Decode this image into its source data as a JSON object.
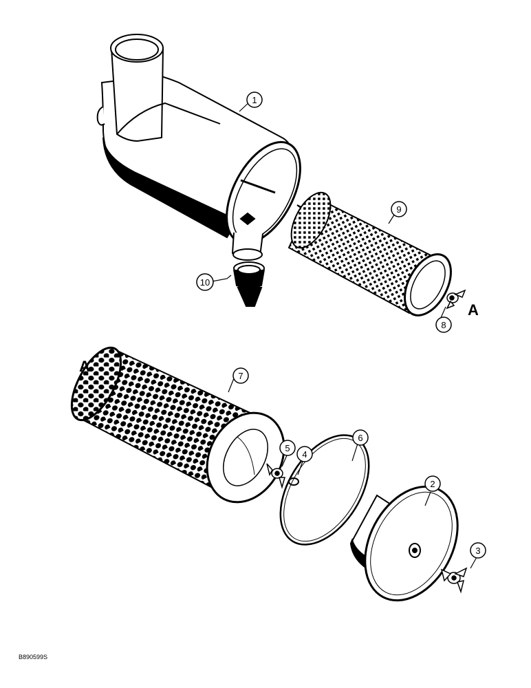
{
  "diagram": {
    "callouts": [
      "1",
      "2",
      "3",
      "4",
      "5",
      "6",
      "7",
      "8",
      "9",
      "10"
    ],
    "view_letters": [
      "A",
      "A"
    ],
    "drawing_code": "B890599S"
  }
}
